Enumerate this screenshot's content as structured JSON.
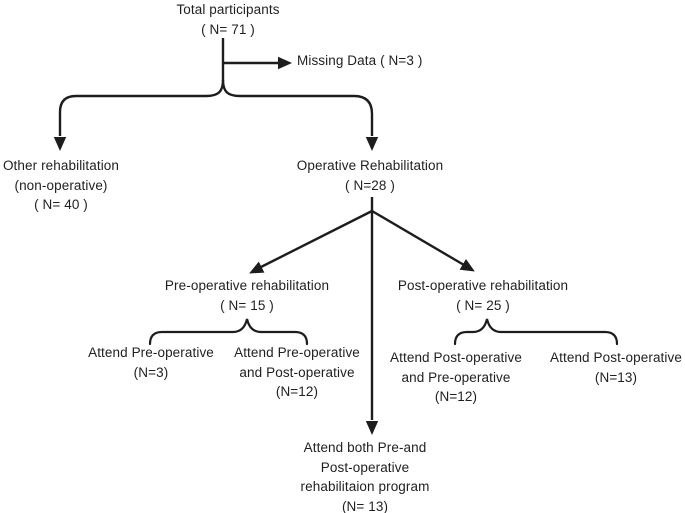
{
  "figure": {
    "type": "flow-diagram",
    "background": "#ffffff",
    "line_color": "#1d1d1d",
    "text_color": "#1f1f1f"
  },
  "nodes": {
    "total": {
      "lines": [
        "Total participants",
        "( N= 71 )"
      ]
    },
    "missing": {
      "lines": [
        "Missing Data ( N=3 )"
      ]
    },
    "other_rehab": {
      "lines": [
        "Other rehabilitation",
        "(non-operative)",
        "( N= 40 )"
      ]
    },
    "operative": {
      "lines": [
        "Operative Rehabilitation",
        "( N=28 )"
      ]
    },
    "preop": {
      "lines": [
        "Pre-operative rehabilitation",
        "( N= 15 )"
      ]
    },
    "postop": {
      "lines": [
        "Post-operative rehabilitation",
        "( N= 25 )"
      ]
    },
    "attend_pre": {
      "lines": [
        "Attend Pre-operative",
        "(N=3)"
      ]
    },
    "attend_pre_post": {
      "lines": [
        "Attend Pre-operative",
        "and Post-operative",
        "(N=12)"
      ]
    },
    "attend_post_pre": {
      "lines": [
        "Attend Post-operative",
        "and Pre-operative",
        "(N=12)"
      ]
    },
    "attend_post": {
      "lines": [
        "Attend Post-operative",
        "(N=13)"
      ]
    },
    "attend_both": {
      "lines": [
        "Attend both Pre-and",
        "Post-operative",
        "rehabilitaion program",
        "(N= 13)"
      ]
    }
  },
  "edges": [
    {
      "from": "total",
      "to": "missing",
      "style": "arrow"
    },
    {
      "from": "total",
      "to": "other_rehab",
      "style": "arrow"
    },
    {
      "from": "total",
      "to": "operative",
      "style": "arrow"
    },
    {
      "from": "operative",
      "to": "preop",
      "style": "arrow"
    },
    {
      "from": "operative",
      "to": "postop",
      "style": "arrow"
    },
    {
      "from": "operative",
      "to": "attend_both",
      "style": "arrow"
    },
    {
      "from": "preop",
      "to": "attend_pre, attend_pre_post",
      "style": "brace"
    },
    {
      "from": "postop",
      "to": "attend_post_pre, attend_post",
      "style": "brace"
    }
  ]
}
